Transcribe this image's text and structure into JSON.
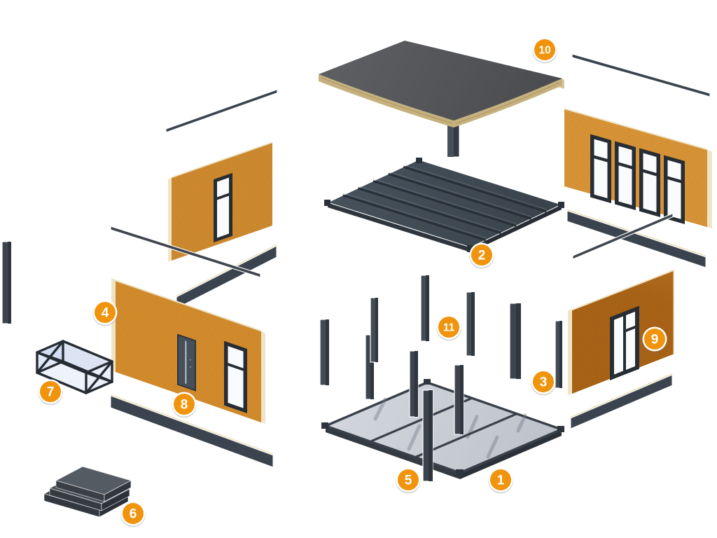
{
  "badges": [
    {
      "label": "1"
    },
    {
      "label": "2"
    },
    {
      "label": "3"
    },
    {
      "label": "4"
    },
    {
      "label": "5"
    },
    {
      "label": "6"
    },
    {
      "label": "7"
    },
    {
      "label": "8"
    },
    {
      "label": "9"
    },
    {
      "label": "10"
    },
    {
      "label": "11"
    }
  ],
  "colors": {
    "badge-orange": "#F0930D",
    "wood-light": "#D79133",
    "wood-dark": "#A96317",
    "panel-edge-cream": "#EFE5C6",
    "roof-gray": "#55575A",
    "roof-plywood": "#C6B17E",
    "steel": "#3A434E",
    "frame-dark": "#272D34",
    "glass": "#FAFBFC",
    "floor-light": "#CBD0D8",
    "brace-glass-blue": "#C7D4EE"
  }
}
